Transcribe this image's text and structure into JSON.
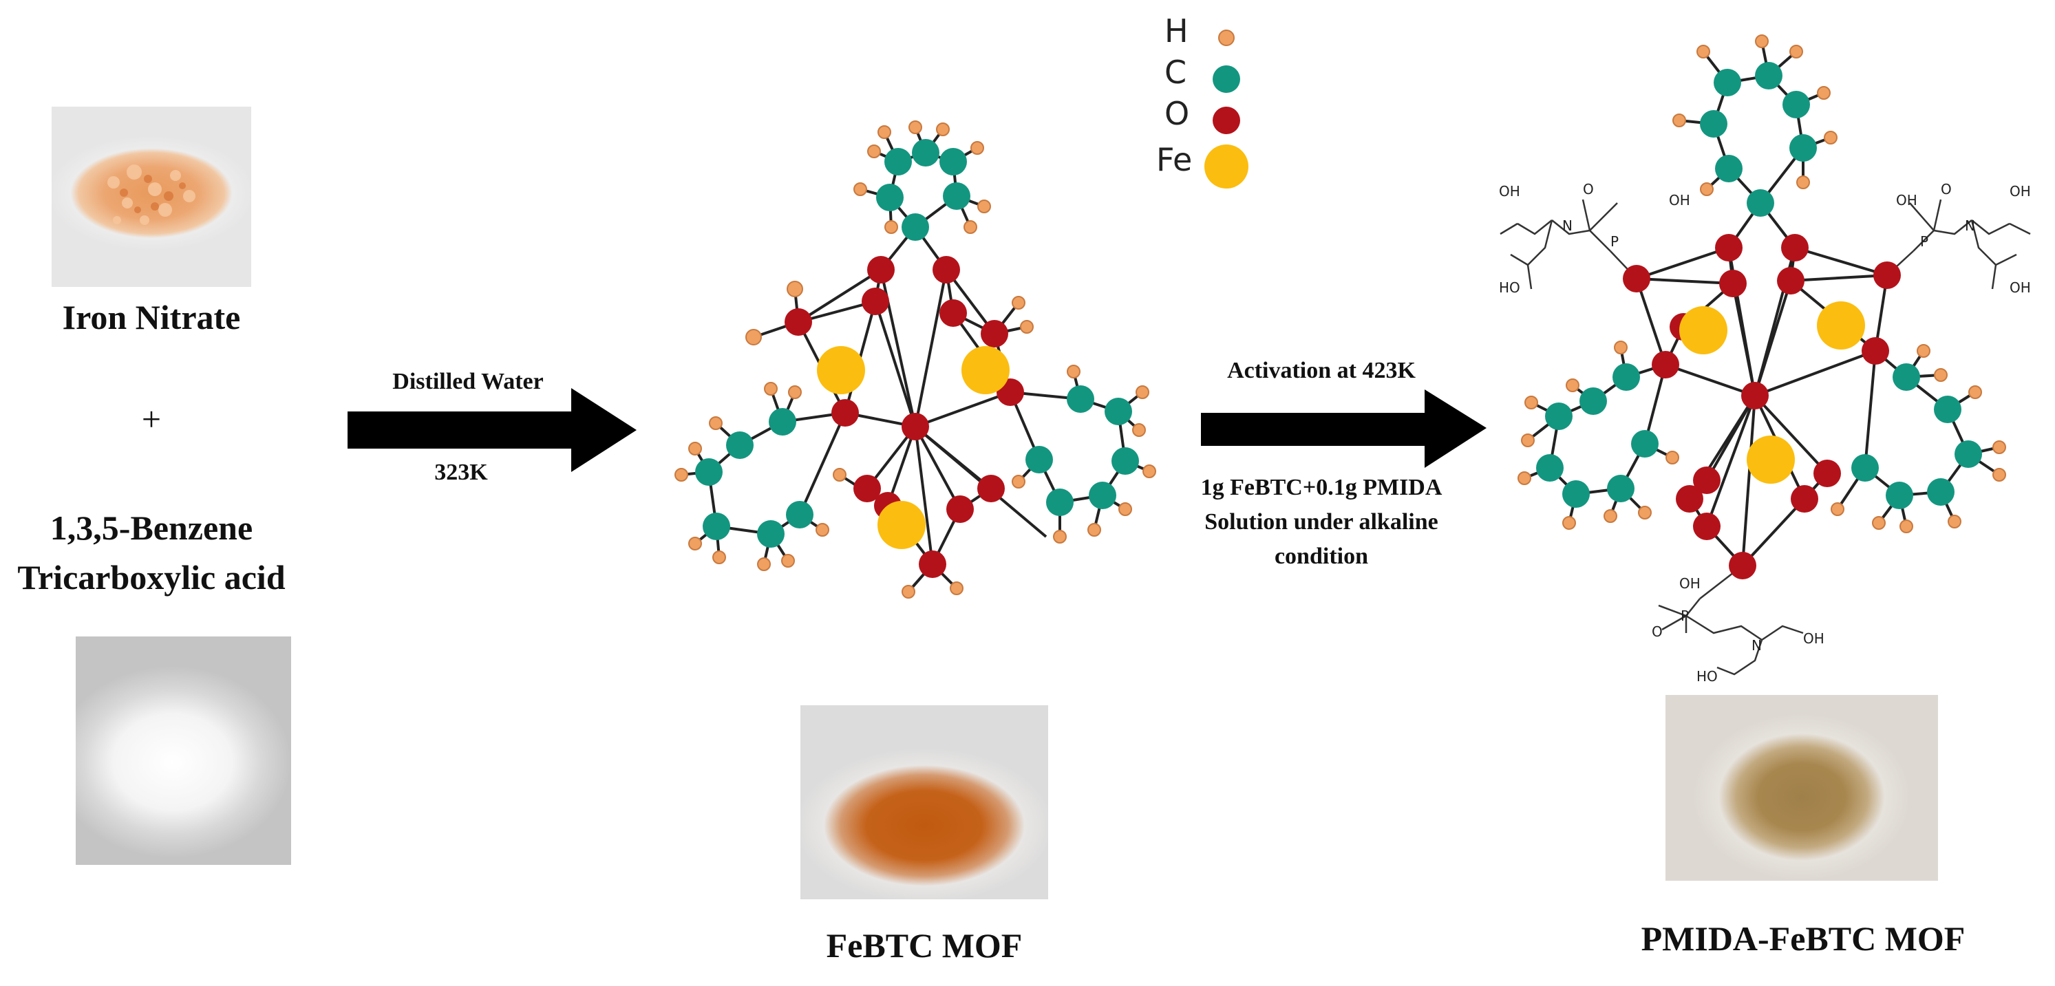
{
  "reactants": {
    "iron_nitrate": "Iron Nitrate",
    "plus": "+",
    "btc_line1": "1,3,5-Benzene",
    "btc_line2": "Tricarboxylic acid"
  },
  "step1": {
    "top": "Distilled Water",
    "bottom": "323K"
  },
  "step2": {
    "top": "Activation at 423K",
    "line1": "1g FeBTC+0.1g PMIDA",
    "line2": "Solution under alkaline",
    "line3": "condition"
  },
  "products": {
    "febtc": "FeBTC MOF",
    "pmida": "PMIDA-FeBTC MOF"
  },
  "legend": [
    {
      "label": "H",
      "color": "#f0a060"
    },
    {
      "label": "C",
      "color": "#139680"
    },
    {
      "label": "O",
      "color": "#b4121a"
    },
    {
      "label": "Fe",
      "color": "#fbbd0f"
    }
  ],
  "chem_labels": {
    "oh": "OH",
    "ho": "HO",
    "n": "N",
    "o": "O",
    "p": "P"
  }
}
